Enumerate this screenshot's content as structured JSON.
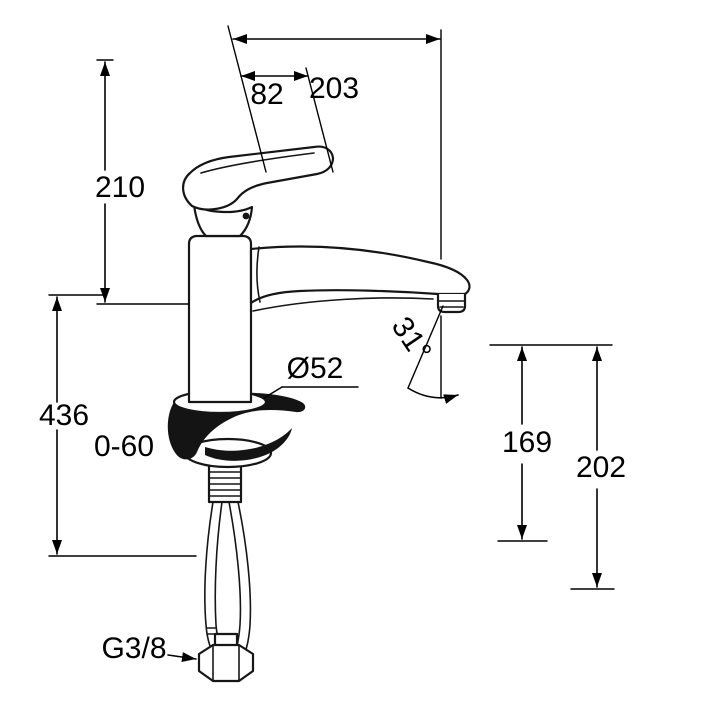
{
  "drawing": {
    "background_color": "#ffffff",
    "line_color": "#141414",
    "dimensions": {
      "spout_reach": "203",
      "handle_offset": "82",
      "height_above_deck": "210",
      "overall_height": "436",
      "mounting_thickness_range": "0-60",
      "base_diameter": "Ø52",
      "spout_angle": "31°",
      "outlet_height": "169",
      "spout_top_height": "202",
      "connection_thread": "G3/8"
    }
  }
}
